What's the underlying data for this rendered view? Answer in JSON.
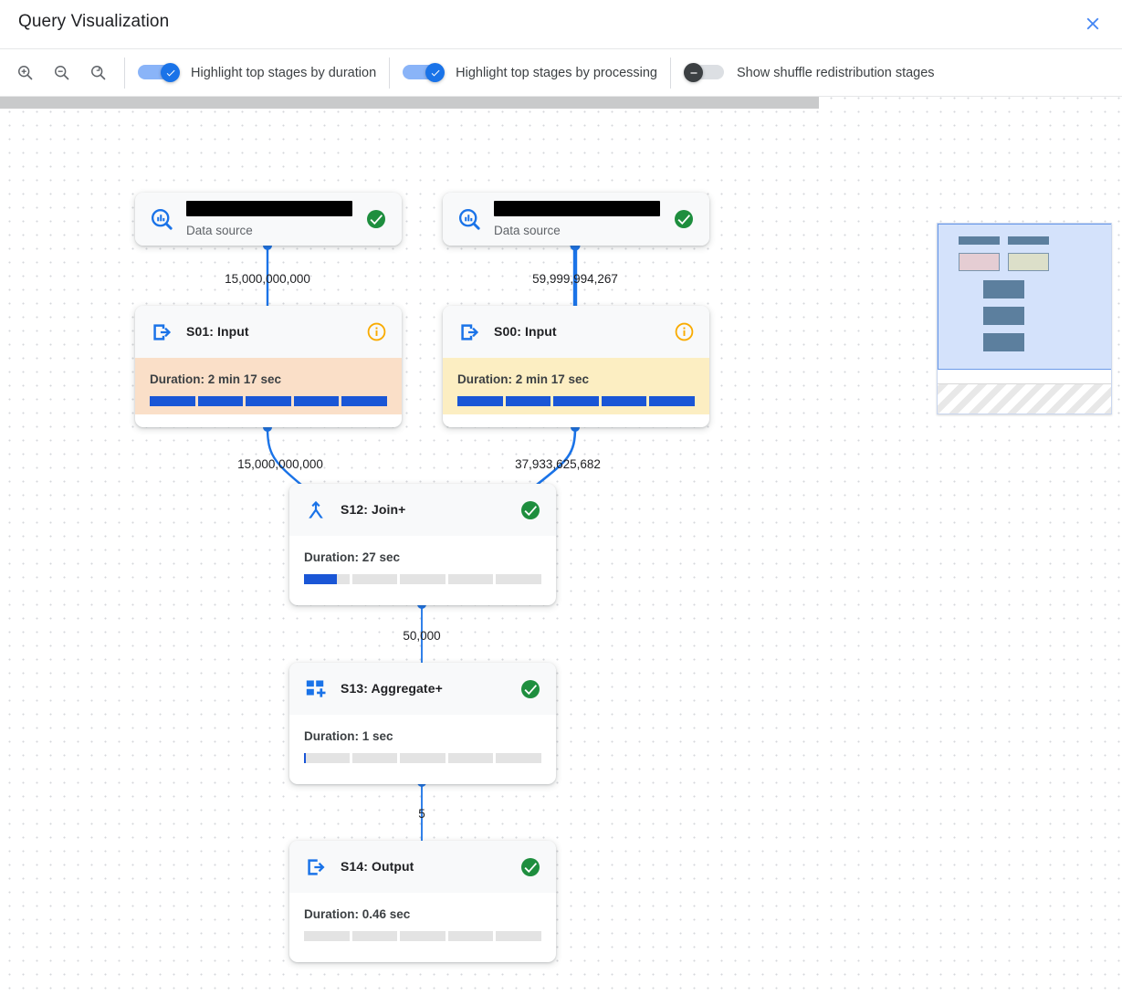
{
  "header": {
    "title": "Query Visualization",
    "close_icon": "close-icon"
  },
  "toolbar": {
    "zoom_in_icon": "zoom-in-icon",
    "zoom_out_icon": "zoom-out-icon",
    "zoom_reset_icon": "zoom-reset-icon",
    "toggles": [
      {
        "label": "Highlight top stages by duration",
        "on": true
      },
      {
        "label": "Highlight top stages by processing",
        "on": true
      },
      {
        "label": "Show shuffle redistribution stages",
        "on": false
      }
    ]
  },
  "graph": {
    "nodes": [
      {
        "id": "ds-left",
        "kind": "data-source",
        "title_redacted": true,
        "subtitle": "Data source",
        "icon": "bigquery-search-icon",
        "status_icon": "check-circle-icon",
        "status_color": "#1e8e3e"
      },
      {
        "id": "ds-right",
        "kind": "data-source",
        "title_redacted": true,
        "subtitle": "Data source",
        "icon": "bigquery-search-icon",
        "status_icon": "check-circle-icon",
        "status_color": "#1e8e3e"
      },
      {
        "id": "s01",
        "kind": "stage",
        "title": "S01: Input",
        "icon": "input-arrow-icon",
        "status_icon": "info-circle-icon",
        "status_color": "#f9ab00",
        "duration_label": "Duration: 2 min 17 sec",
        "highlight": "orange",
        "bar_segments": [
          100,
          100,
          100,
          100,
          100
        ]
      },
      {
        "id": "s00",
        "kind": "stage",
        "title": "S00: Input",
        "icon": "input-arrow-icon",
        "status_icon": "info-circle-icon",
        "status_color": "#f9ab00",
        "duration_label": "Duration: 2 min 17 sec",
        "highlight": "yellow",
        "bar_segments": [
          100,
          100,
          100,
          100,
          100
        ]
      },
      {
        "id": "s12",
        "kind": "stage",
        "title": "S12: Join+",
        "icon": "join-merge-icon",
        "status_icon": "check-circle-icon",
        "status_color": "#1e8e3e",
        "duration_label": "Duration: 27 sec",
        "highlight": "none",
        "bar_segments": [
          72,
          0,
          0,
          0,
          0
        ]
      },
      {
        "id": "s13",
        "kind": "stage",
        "title": "S13: Aggregate+",
        "icon": "aggregate-plus-icon",
        "status_icon": "check-circle-icon",
        "status_color": "#1e8e3e",
        "duration_label": "Duration: 1 sec",
        "highlight": "none",
        "bar_segments": [
          4,
          0,
          0,
          0,
          0
        ]
      },
      {
        "id": "s14",
        "kind": "stage",
        "title": "S14: Output",
        "icon": "output-arrow-icon",
        "status_icon": "check-circle-icon",
        "status_color": "#1e8e3e",
        "duration_label": "Duration: 0.46 sec",
        "highlight": "none",
        "bar_segments": [
          0,
          0,
          0,
          0,
          0
        ]
      }
    ],
    "edges": [
      {
        "id": "e1",
        "from": "ds-left",
        "to": "s01",
        "label": "15,000,000,000"
      },
      {
        "id": "e2",
        "from": "ds-right",
        "to": "s00",
        "label": "59,999,994,267"
      },
      {
        "id": "e3",
        "from": "s01",
        "to": "s12",
        "label": "15,000,000,000"
      },
      {
        "id": "e4",
        "from": "s00",
        "to": "s12",
        "label": "37,933,625,682"
      },
      {
        "id": "e5",
        "from": "s12",
        "to": "s13",
        "label": "50,000"
      },
      {
        "id": "e6",
        "from": "s13",
        "to": "s14",
        "label": "5"
      }
    ]
  },
  "minimap": {
    "name": "graph-minimap"
  },
  "colors": {
    "accent_blue": "#1a73e8",
    "edge_blue": "#1a73e8",
    "status_green": "#1e8e3e",
    "status_amber": "#f9ab00",
    "highlight_orange": "#fadfc8",
    "highlight_yellow": "#fceec2",
    "bar_fill": "#1a56d6"
  }
}
